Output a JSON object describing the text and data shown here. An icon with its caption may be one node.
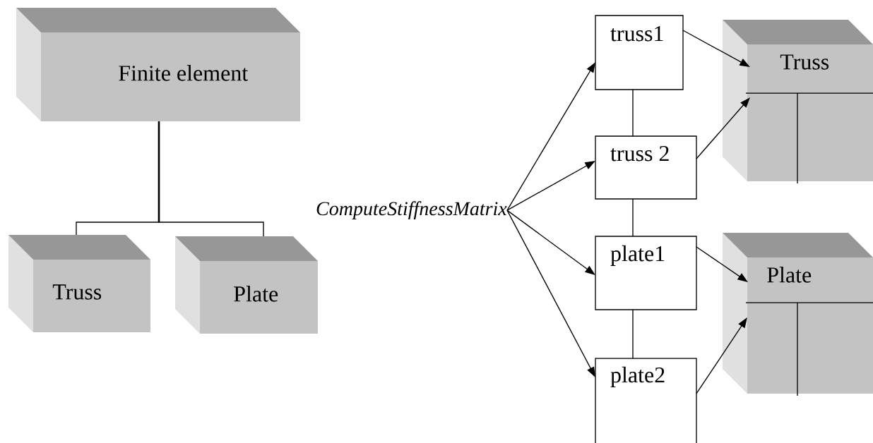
{
  "diagram": {
    "nodes": [
      {
        "text": [
          "Finite element"
        ]
      },
      {
        "text": [
          "Truss"
        ]
      },
      {
        "text": [
          "Plate"
        ]
      },
      {
        "text": [
          "ComputeStiffnessMatrix"
        ]
      },
      {
        "text": [
          "truss1"
        ]
      },
      {
        "text": [
          "truss 2"
        ]
      },
      {
        "text": [
          "plate1"
        ]
      },
      {
        "text": [
          "plate2"
        ]
      },
      {
        "text": [
          "Truss"
        ]
      },
      {
        "text": [
          "Plate"
        ]
      }
    ],
    "edges": [
      {
        "from": 0,
        "to": 1,
        "arrow": "none"
      },
      {
        "from": 0,
        "to": 2,
        "arrow": "none"
      },
      {
        "from": 3,
        "to": 4,
        "arrow": "to"
      },
      {
        "from": 3,
        "to": 5,
        "arrow": "to"
      },
      {
        "from": 3,
        "to": 6,
        "arrow": "to"
      },
      {
        "from": 3,
        "to": 7,
        "arrow": "to"
      },
      {
        "from": 4,
        "to": 5,
        "arrow": "none"
      },
      {
        "from": 5,
        "to": 6,
        "arrow": "none"
      },
      {
        "from": 6,
        "to": 7,
        "arrow": "none"
      },
      {
        "from": 4,
        "to": 8,
        "arrow": "to"
      },
      {
        "from": 5,
        "to": 8,
        "arrow": "to"
      },
      {
        "from": 6,
        "to": 9,
        "arrow": "to"
      },
      {
        "from": 7,
        "to": 9,
        "arrow": "to"
      }
    ]
  }
}
